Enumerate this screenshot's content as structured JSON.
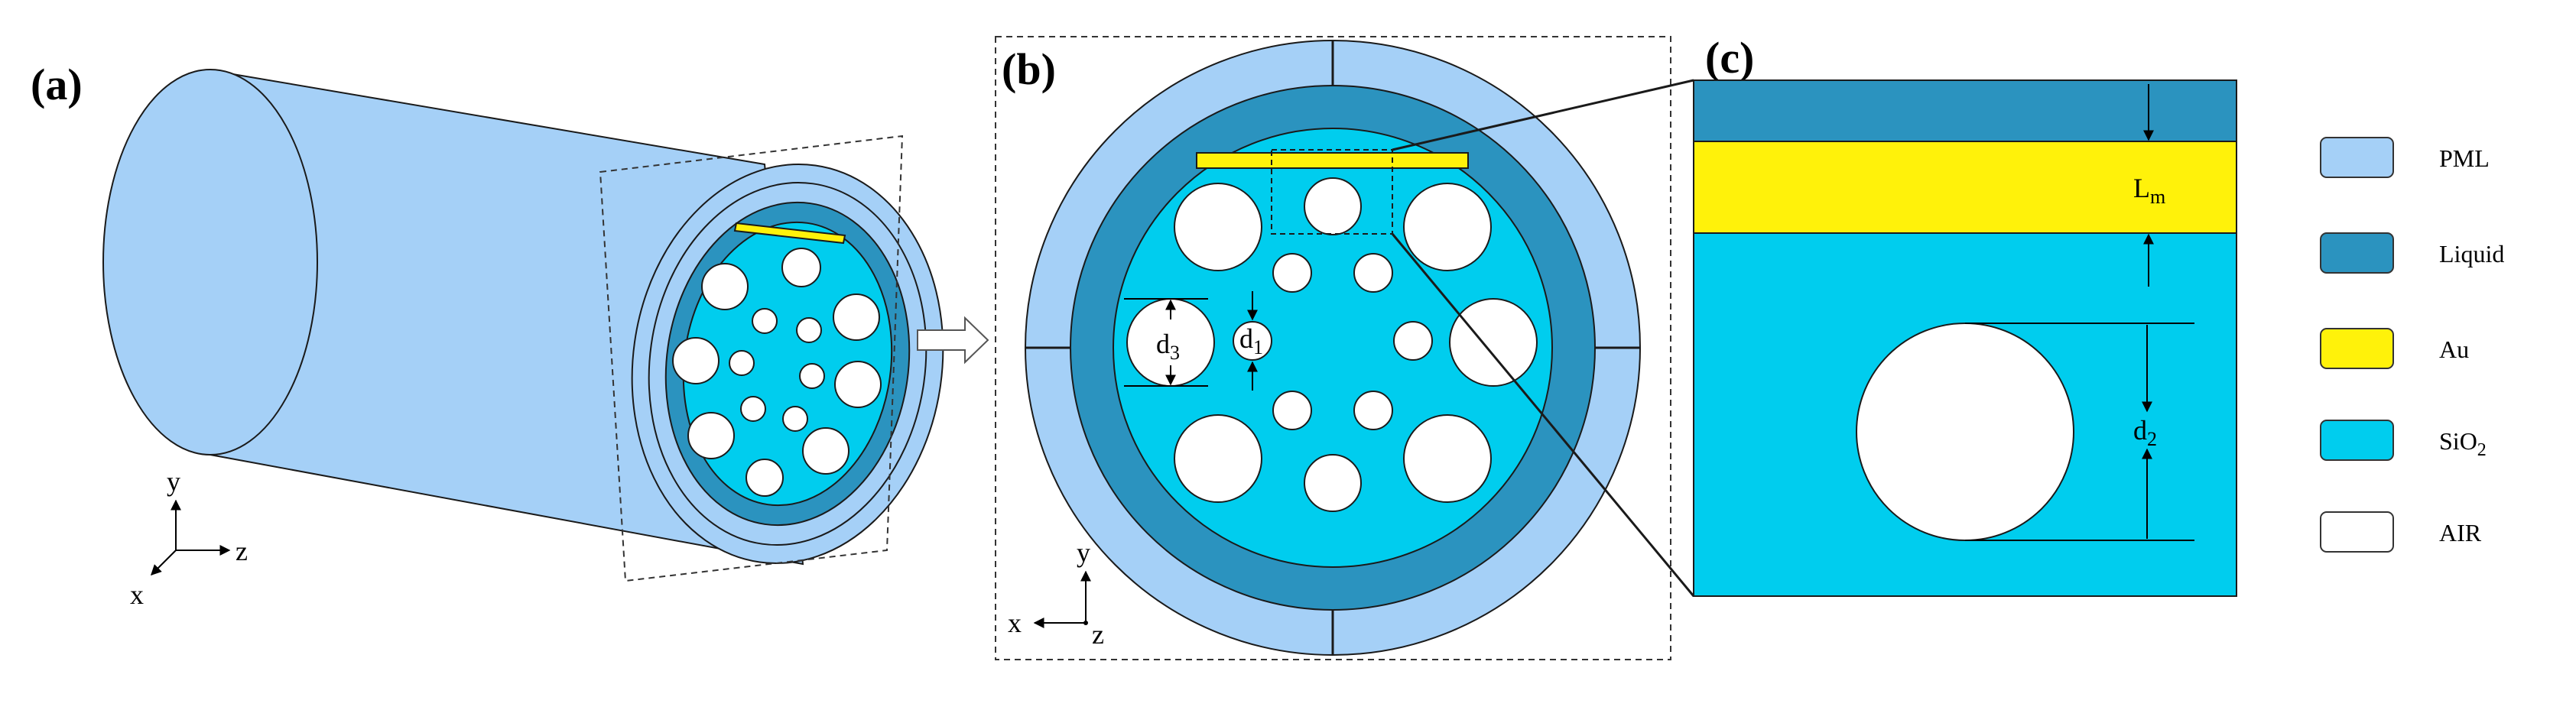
{
  "panels": {
    "a": {
      "label": "(a)",
      "axes": {
        "x": "x",
        "y": "y",
        "z": "z"
      }
    },
    "b": {
      "label": "(b)",
      "axes": {
        "x": "x",
        "y": "y",
        "z": "z"
      },
      "dims": {
        "d1": "d",
        "d1_sub": "1",
        "d3": "d",
        "d3_sub": "3"
      }
    },
    "c": {
      "label": "(c)",
      "dims": {
        "lm": "L",
        "lm_sub": "m",
        "d2": "d",
        "d2_sub": "2"
      }
    }
  },
  "legend": [
    {
      "key": "pml",
      "label": "PML",
      "color": "#a5d0f7"
    },
    {
      "key": "liquid",
      "label": "Liquid",
      "color": "#2b93bf"
    },
    {
      "key": "au",
      "label": "Au",
      "color": "#fff20a"
    },
    {
      "key": "sio2",
      "label": "SiO",
      "sub": "2",
      "color": "#00cdee"
    },
    {
      "key": "air",
      "label": "AIR",
      "color": "#ffffff"
    }
  ],
  "colors": {
    "pml": "#a5d0f7",
    "liquid": "#2b93bf",
    "gold": "#fff20a",
    "silica": "#00cdee",
    "air": "#ffffff",
    "outline": "#1a1a1a"
  }
}
